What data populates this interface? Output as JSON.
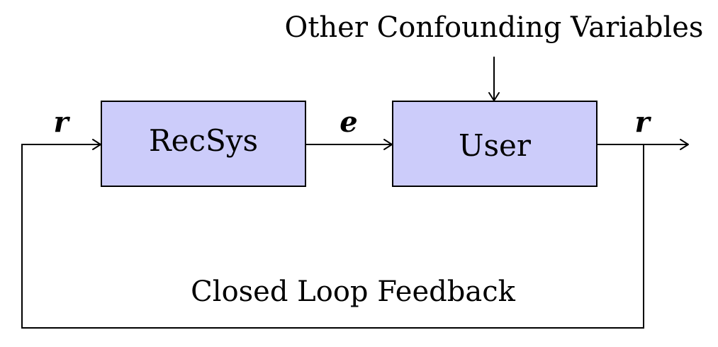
{
  "diagram": {
    "top_label": "Other Confounding Variables",
    "nodes": {
      "recsys": "RecSys",
      "user": "User"
    },
    "signals": {
      "input": "r",
      "middle": "e",
      "output": "r"
    },
    "loop_label": "Closed Loop Feedback",
    "colors": {
      "box_fill": "#ccccfa",
      "stroke": "#000000"
    }
  }
}
